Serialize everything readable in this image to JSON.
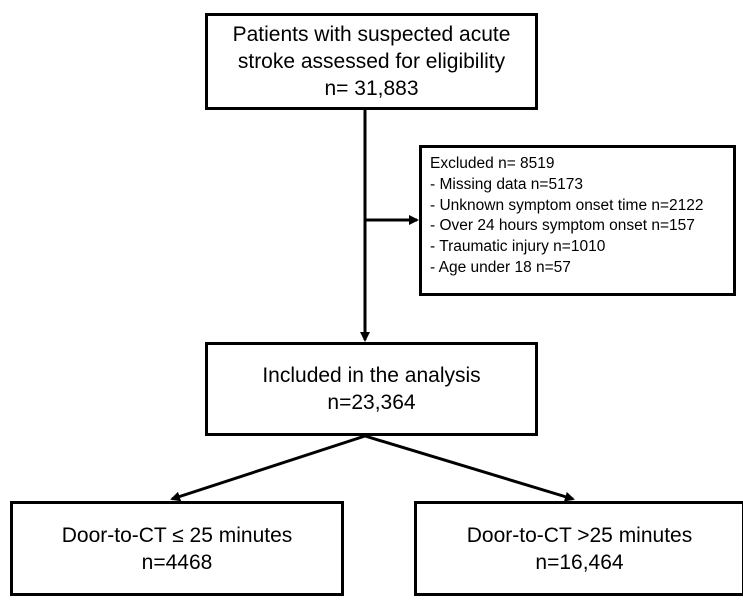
{
  "top_box": {
    "line1": "Patients with suspected acute",
    "line2": "stroke assessed for eligibility",
    "line3": "n= 31,883"
  },
  "excluded_box": {
    "title": "Excluded n= 8519",
    "items": [
      "- Missing data n=5173",
      "- Unknown symptom onset time n=2122",
      "- Over 24 hours symptom onset n=157",
      "- Traumatic injury n=1010",
      "- Age under 18 n=57"
    ]
  },
  "included_box": {
    "line1": "Included in the analysis",
    "line2": "n=23,364"
  },
  "left_box": {
    "line1": "Door-to-CT ≤ 25 minutes",
    "line2": "n=4468"
  },
  "right_box": {
    "line1": "Door-to-CT >25 minutes",
    "line2": "n=16,464"
  }
}
